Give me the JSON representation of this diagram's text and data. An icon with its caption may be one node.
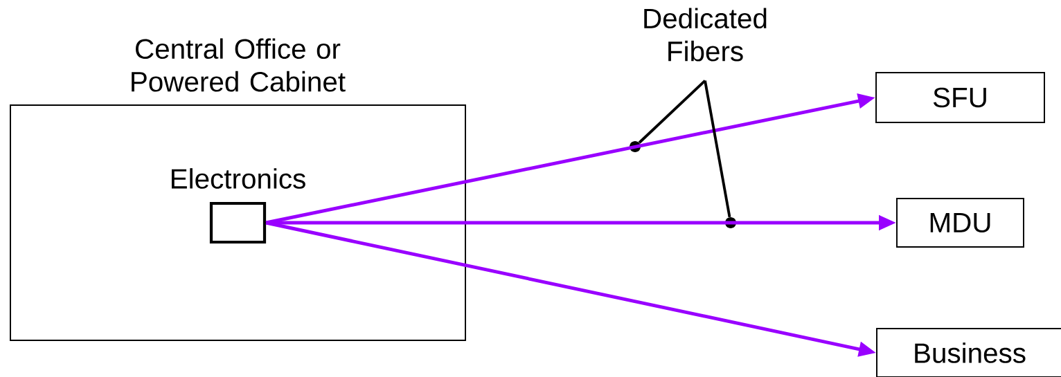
{
  "diagram": {
    "nodes": [
      {
        "text": [
          "Central Office or Powered Cabinet"
        ]
      },
      {
        "text": [
          "Electronics"
        ],
        "in": 0
      },
      {
        "text": [
          "SFU"
        ]
      },
      {
        "text": [
          "MDU"
        ]
      },
      {
        "text": [
          "Business"
        ]
      },
      {
        "text": [
          "Dedicated Fibers"
        ]
      },
      {
        "text": [],
        "shape": "circle"
      },
      {
        "text": [],
        "shape": "circle"
      }
    ],
    "edges": [
      {
        "from": 1,
        "to": 2,
        "arrow": "to"
      },
      {
        "from": 1,
        "to": 3,
        "arrow": "to"
      },
      {
        "from": 1,
        "to": 4,
        "arrow": "to"
      },
      {
        "from": 5,
        "to": 6,
        "arrow": "none",
        "color": "#000000"
      },
      {
        "from": 5,
        "to": 7,
        "arrow": "none",
        "color": "#000000"
      }
    ]
  }
}
